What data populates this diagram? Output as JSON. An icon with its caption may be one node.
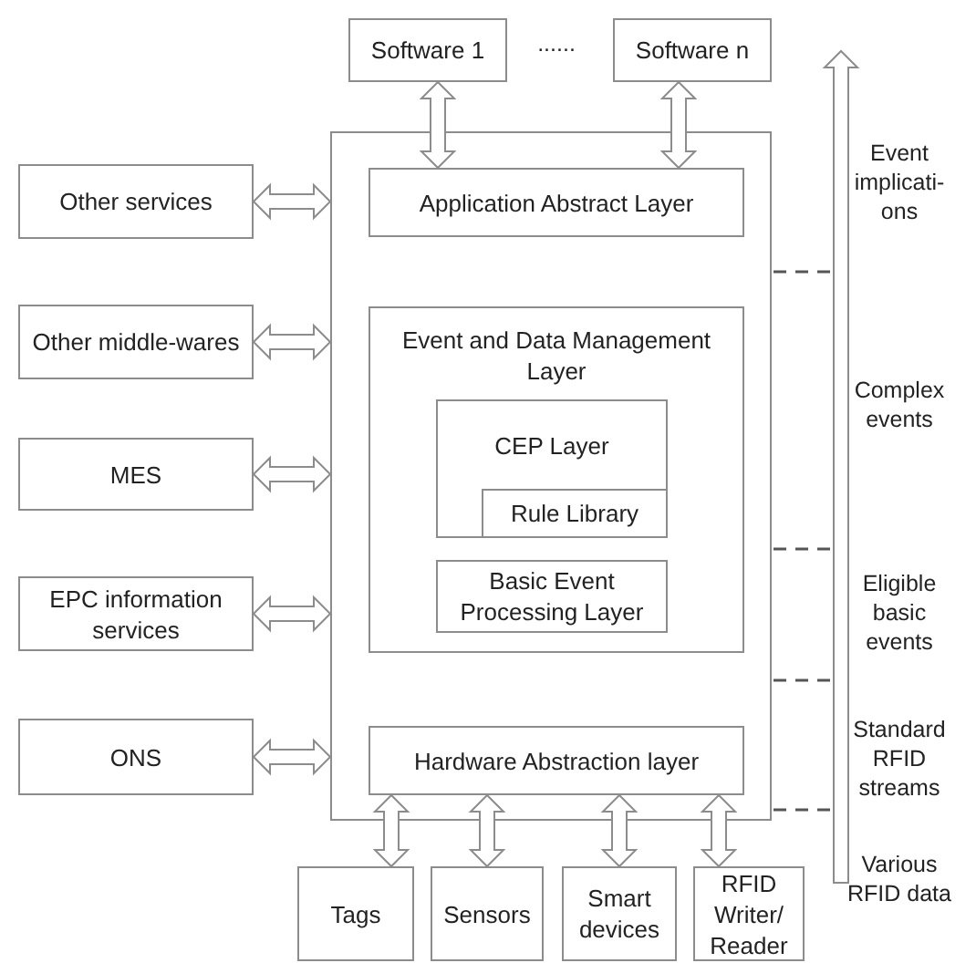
{
  "diagram": {
    "nodes": [
      {
        "text": [
          "Software 1"
        ]
      },
      {
        "text": [
          "Software n"
        ]
      },
      {
        "text": [],
        "shape": "box"
      },
      {
        "text": [
          "Application Abstract Layer"
        ],
        "in": 2
      },
      {
        "text": [
          "Event and Data Management Layer"
        ],
        "in": 2
      },
      {
        "text": [
          "CEP Layer"
        ],
        "in": 4
      },
      {
        "text": [
          "Rule Library"
        ],
        "in": 5
      },
      {
        "text": [
          "Basic Event Processing Layer"
        ],
        "in": 4
      },
      {
        "text": [
          "Hardware Abstraction layer"
        ],
        "in": 2
      },
      {
        "text": [
          "Other services"
        ]
      },
      {
        "text": [
          "Other middle-wares"
        ]
      },
      {
        "text": [
          "MES"
        ]
      },
      {
        "text": [
          "EPC information services"
        ]
      },
      {
        "text": [
          "ONS"
        ]
      },
      {
        "text": [
          "Tags"
        ]
      },
      {
        "text": [
          "Sensors"
        ]
      },
      {
        "text": [
          "Smart devices"
        ]
      },
      {
        "text": [
          "RFID Writer/ Reader"
        ]
      }
    ],
    "edges": [
      {
        "from": 0,
        "to": 3,
        "arrow": "both"
      },
      {
        "from": 1,
        "to": 3,
        "arrow": "both"
      },
      {
        "from": 9,
        "to": 2,
        "arrow": "both"
      },
      {
        "from": 10,
        "to": 2,
        "arrow": "both"
      },
      {
        "from": 11,
        "to": 2,
        "arrow": "both"
      },
      {
        "from": 12,
        "to": 2,
        "arrow": "both"
      },
      {
        "from": 13,
        "to": 2,
        "arrow": "both"
      },
      {
        "from": 8,
        "to": 14,
        "arrow": "both"
      },
      {
        "from": 8,
        "to": 15,
        "arrow": "both"
      },
      {
        "from": 8,
        "to": 16,
        "arrow": "both"
      },
      {
        "from": 8,
        "to": 17,
        "arrow": "both"
      }
    ],
    "labels": [
      "......",
      "Event implicati-ons",
      "Complex events",
      "Eligible basic events",
      "Standard RFID streams",
      "Various RFID data"
    ]
  }
}
